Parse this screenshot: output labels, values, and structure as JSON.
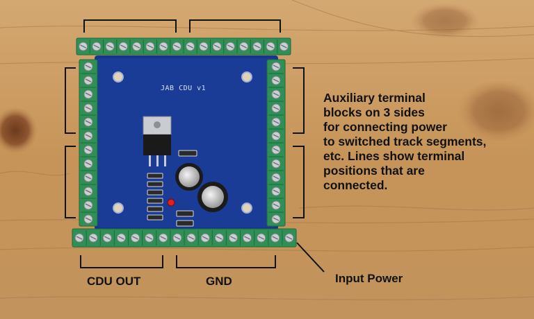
{
  "image": {
    "description_lines": [
      "Auxiliary terminal",
      "blocks on 3 sides",
      "for connecting power",
      "to switched track segments,",
      "etc. Lines show terminal",
      "positions that are",
      "connected."
    ],
    "labels": {
      "cdu_out": "CDU OUT",
      "gnd": "GND",
      "input_power": "Input Power"
    },
    "board_silkscreen": "JAB CDU v1",
    "colors": {
      "wood": "#c99a63",
      "board": "#17358c",
      "terminal": "#2f8f55",
      "screw": "#c9cfd3",
      "led": "#e02020"
    }
  }
}
